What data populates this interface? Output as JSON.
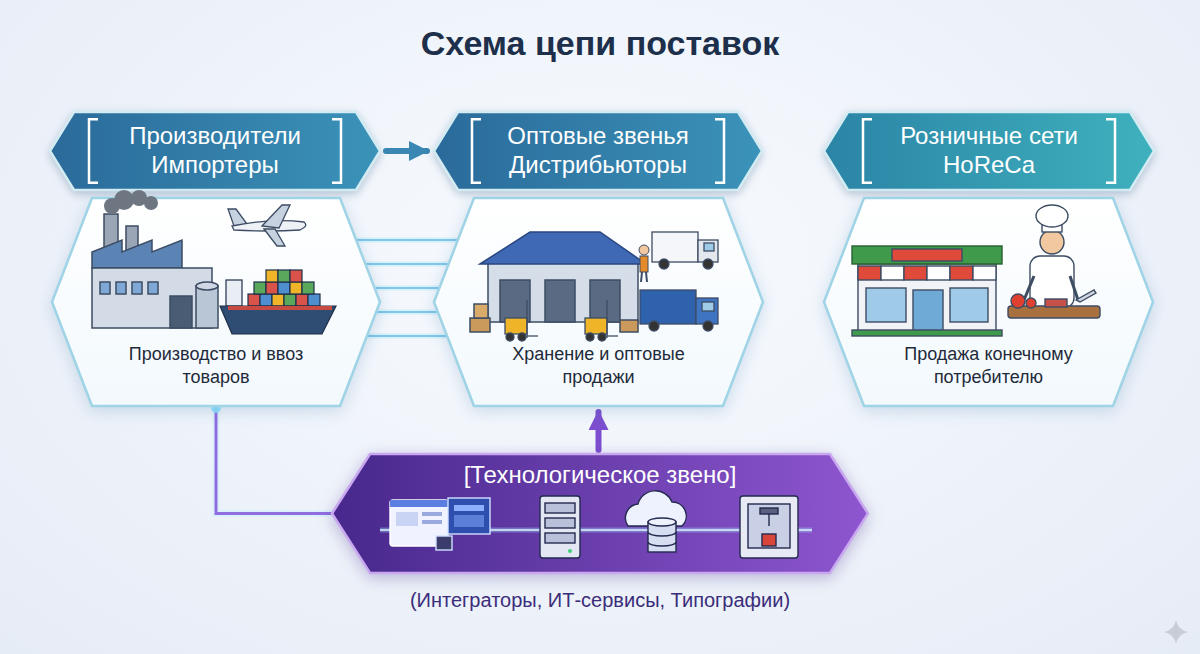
{
  "diagram": {
    "title": "Схема цепи поставок",
    "nodes": [
      {
        "text": [
          "Производители Импортеры"
        ]
      },
      {
        "text": [
          "Оптовые звенья Дистрибьюторы"
        ]
      },
      {
        "text": [
          "Розничные сети HoReCa"
        ]
      },
      {
        "text": [
          "Производство и ввоз товаров"
        ]
      },
      {
        "text": [
          "Хранение и оптовые продажи"
        ]
      },
      {
        "text": [
          "Продажа конечному потребителю"
        ]
      },
      {
        "text": [
          "[Технологическое звено]",
          "(Интеграторы, ИТ-сервисы, Типографии)"
        ]
      }
    ],
    "edges": [
      {
        "from": 0,
        "to": 1,
        "arrow": "to"
      },
      {
        "from": 3,
        "to": 4,
        "arrow": "none"
      },
      {
        "from": 6,
        "to": 4,
        "arrow": "to"
      },
      {
        "from": 3,
        "to": 6,
        "arrow": "none"
      }
    ]
  }
}
